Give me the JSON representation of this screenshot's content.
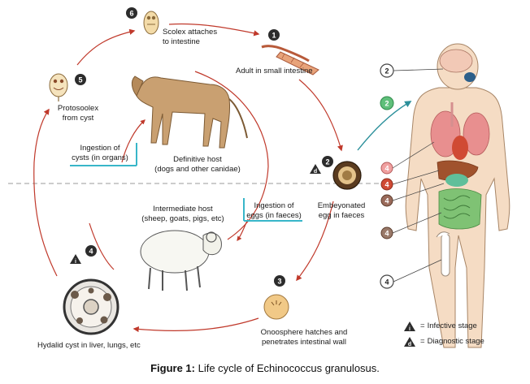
{
  "stages": {
    "s1": {
      "num": "1",
      "label": "Adult in small intestine"
    },
    "s2": {
      "num": "2",
      "label_line1": "Embeyonated",
      "label_line2": "egg in faeces"
    },
    "s3": {
      "num": "3",
      "label_line1": "Onoosphere hatches and",
      "label_line2": "penetrates intestinal wall"
    },
    "s4": {
      "num": "4",
      "label": "Hydalid cyst in liver, lungs, etc"
    },
    "s5": {
      "num": "5",
      "label_line1": "Protosoolex",
      "label_line2": "from cyst"
    },
    "s6": {
      "num": "6",
      "label_line1": "Scolex attaches",
      "label_line2": "to intestine"
    }
  },
  "hosts": {
    "definitive": {
      "line1": "Definitive host",
      "line2": "(dogs and other canidae)"
    },
    "intermediate": {
      "line1": "Intermediate host",
      "line2": "(sheep, goats, pigs, etc)"
    }
  },
  "ingestion": {
    "cysts": {
      "line1": "Ingestion of",
      "line2": "cysts (in organs)"
    },
    "eggs": {
      "line1": "Ingestion of",
      "line2": "eggs (in faeces)"
    }
  },
  "body_markers": [
    "2",
    "2",
    "4",
    "4",
    "4",
    "4",
    "4"
  ],
  "legend": {
    "infective": {
      "symbol": "i",
      "label": "Infective stage"
    },
    "diagnostic": {
      "symbol": "d",
      "label": "Diagnostic stage"
    }
  },
  "caption": {
    "bold": "Figure 1:",
    "text": " Life cycle of Echinococcus granulosus."
  },
  "colors": {
    "arrow": "#c0392b",
    "teal_arrow": "#2a8f9a",
    "accent_bar": "#38b6c9",
    "marker": "#222222"
  }
}
